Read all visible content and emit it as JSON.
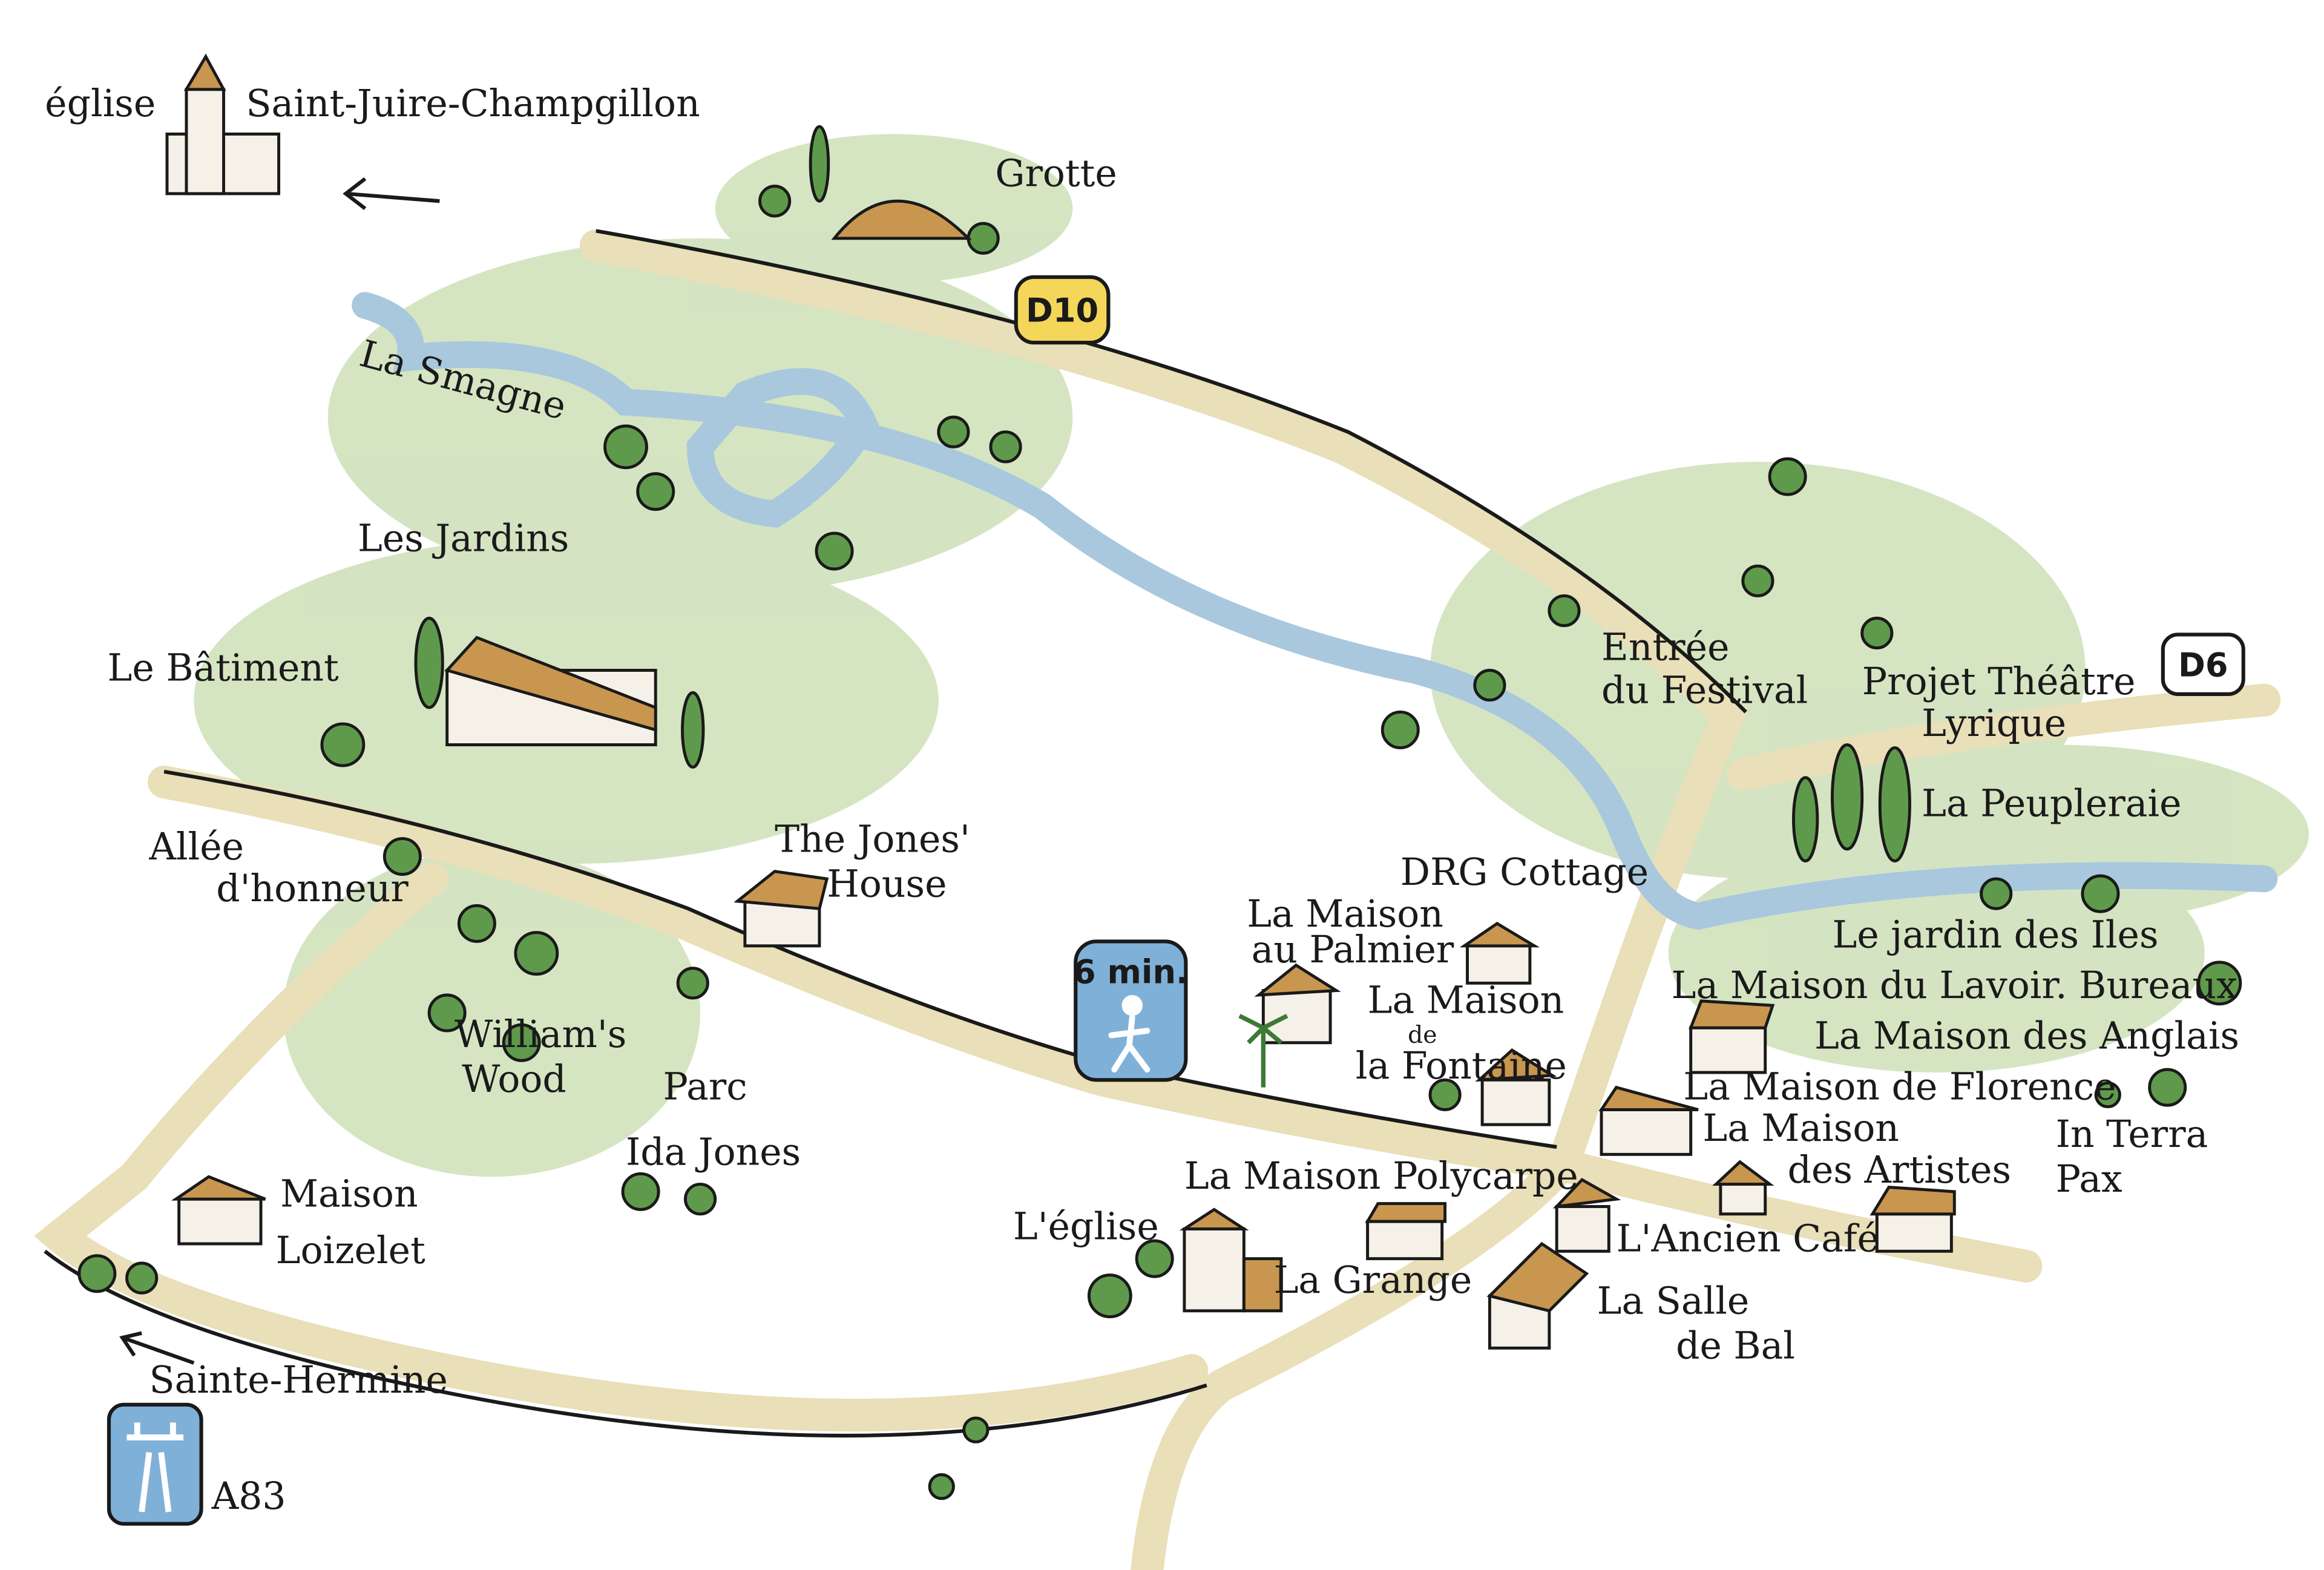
{
  "colors": {
    "paper": "#ffffff",
    "greenery": "#b9d39a",
    "tree": "#5f9a4c",
    "water": "#a9c8de",
    "road": "#e9dfb8",
    "roof": "#c8964f",
    "badge_yellow": "#f4d65a",
    "badge_blue": "#7fb0d8",
    "ink": "#1a1a1a"
  },
  "labels": {
    "eglise_top": "église",
    "saint_juire": "Saint-Juire-Champgillon",
    "grotte": "Grotte",
    "la_smagne": "La Smagne",
    "les_jardins": "Les Jardins",
    "le_batiment": "Le Bâtiment",
    "allee_1": "Allée",
    "allee_2": "d'honneur",
    "jones_1": "The Jones'",
    "jones_2": "House",
    "williams_1": "William's",
    "williams_2": "Wood",
    "parc_1": "Parc",
    "parc_2": "Ida Jones",
    "loizelet_1": "Maison",
    "loizelet_2": "Loizelet",
    "sainte_hermine": "Sainte-Hermine",
    "a83": "A83",
    "drg": "DRG Cottage",
    "palmier_1": "La Maison",
    "palmier_2": "au Palmier",
    "fontaine_1": "La Maison",
    "fontaine_2": "de",
    "fontaine_3": "la Fontaine",
    "entree_1": "Entrée",
    "entree_2": "du Festival",
    "projet_1": "Projet Théâtre",
    "projet_2": "Lyrique",
    "peupleraie": "La Peupleraie",
    "jardin_iles": "Le jardin des Iles",
    "lavoir": "La Maison du Lavoir. Bureaux",
    "anglais": "La Maison des Anglais",
    "florence": "La Maison de Florence",
    "artistes_1": "La Maison",
    "artistes_2": "des Artistes",
    "interra_1": "In Terra",
    "interra_2": "Pax",
    "ancien_cafe": "L'Ancien Café",
    "salle_1": "La Salle",
    "salle_2": "de Bal",
    "polycarpe": "La Maison Polycarpe",
    "eglise": "L'église",
    "grange": "La Grange"
  },
  "badges": {
    "d10": "D10",
    "d6": "D6",
    "walk": "6 min."
  },
  "icons": [
    "church-icon",
    "arrow-left-icon",
    "walking-person-icon",
    "motorway-icon",
    "palm-tree-icon"
  ]
}
